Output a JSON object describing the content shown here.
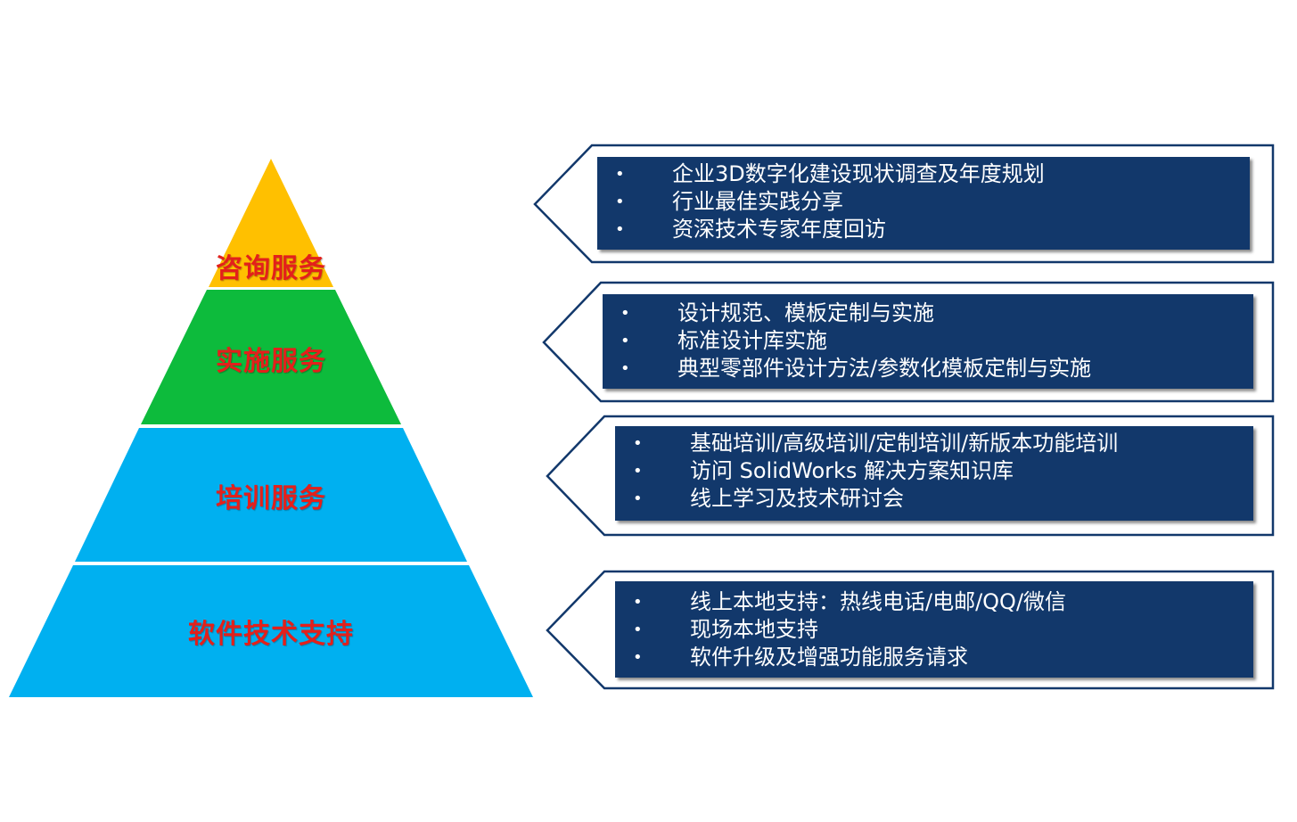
{
  "colors": {
    "tier1": "#ffc000",
    "tier2": "#0dbb3c",
    "tier3": "#00b0f0",
    "tier4": "#00b0f0",
    "label": "#e3201b",
    "panel_fill": "#12386b",
    "panel_border": "#12386b",
    "divider": "#ffffff"
  },
  "pyramid": {
    "levels": [
      {
        "label": "咨询服务"
      },
      {
        "label": "实施服务"
      },
      {
        "label": "培训服务"
      },
      {
        "label": "软件技术支持"
      }
    ]
  },
  "callouts": [
    {
      "bullet": "•",
      "items": [
        "企业3D数字化建设现状调查及年度规划",
        "行业最佳实践分享",
        "资深技术专家年度回访"
      ]
    },
    {
      "bullet": "•",
      "items": [
        "设计规范、模板定制与实施",
        "标准设计库实施",
        "典型零部件设计方法/参数化模板定制与实施"
      ]
    },
    {
      "bullet": "•",
      "items": [
        "基础培训/高级培训/定制培训/新版本功能培训",
        "访问 SolidWorks 解决方案知识库",
        "线上学习及技术研讨会"
      ]
    },
    {
      "bullet": "•",
      "items": [
        "线上本地支持：热线电话/电邮/QQ/微信",
        "现场本地支持",
        "软件升级及增强功能服务请求"
      ]
    }
  ]
}
